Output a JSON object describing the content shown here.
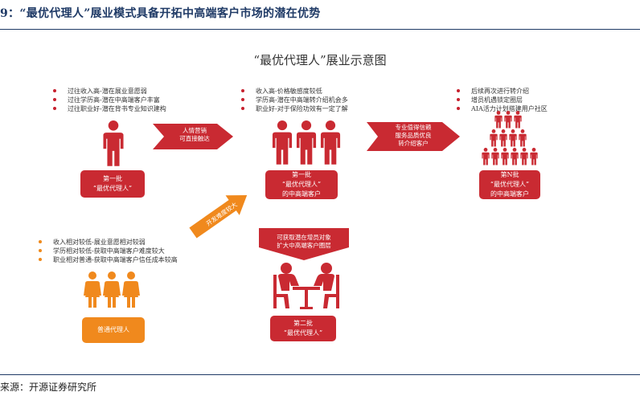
{
  "figure_title": "9：“最优代理人”展业模式具备开拓中高端客户市场的潜在优势",
  "diagram_title": "“最优代理人”展业示意图",
  "source": "来源：开源证券研究所",
  "group1": {
    "bullets": [
      "过往收入高-潜在展业意愿弱",
      "过往学历高-潜在中高端客户丰富",
      "过往职业好-潜在背书专业知识建构"
    ],
    "box": [
      "第一批",
      "“最优代理人”"
    ]
  },
  "group2": {
    "bullets": [
      "收入高-价格敏感度较低",
      "学历高-潜在中高端转介绍机会多",
      "职业好-对于保险功效有一定了解"
    ],
    "box": [
      "第一批",
      "“最优代理人”",
      "的中高端客户"
    ]
  },
  "group3": {
    "bullets": [
      "后续再次进行转介绍",
      "增员机遇锁定圈层",
      "AIA活力计划搭建用户社区"
    ],
    "box": [
      "第N批",
      "“最优代理人”",
      "的中高端客户"
    ]
  },
  "group4": {
    "bullets": [
      "收入相对较低-展业意愿相对较弱",
      "学历相对较低-获取中高端客户难度较大",
      "职业相对普通-获取中高端客户信任成本较高"
    ],
    "box": [
      "普通代理人"
    ]
  },
  "group5": {
    "box": [
      "第二批",
      "“最优代理人”"
    ]
  },
  "arrows": {
    "a1": [
      "人情营销",
      "可直接触达"
    ],
    "a2": [
      "专业值得信赖",
      "服务品质优良",
      "转介绍客户"
    ],
    "a3": "开发难度较大",
    "a4": [
      "可获取潜在增员对象",
      "扩大中高端客户圈层"
    ]
  },
  "colors": {
    "red": "#c92a32",
    "orange": "#f0891d",
    "title_blue": "#1f3a66"
  }
}
